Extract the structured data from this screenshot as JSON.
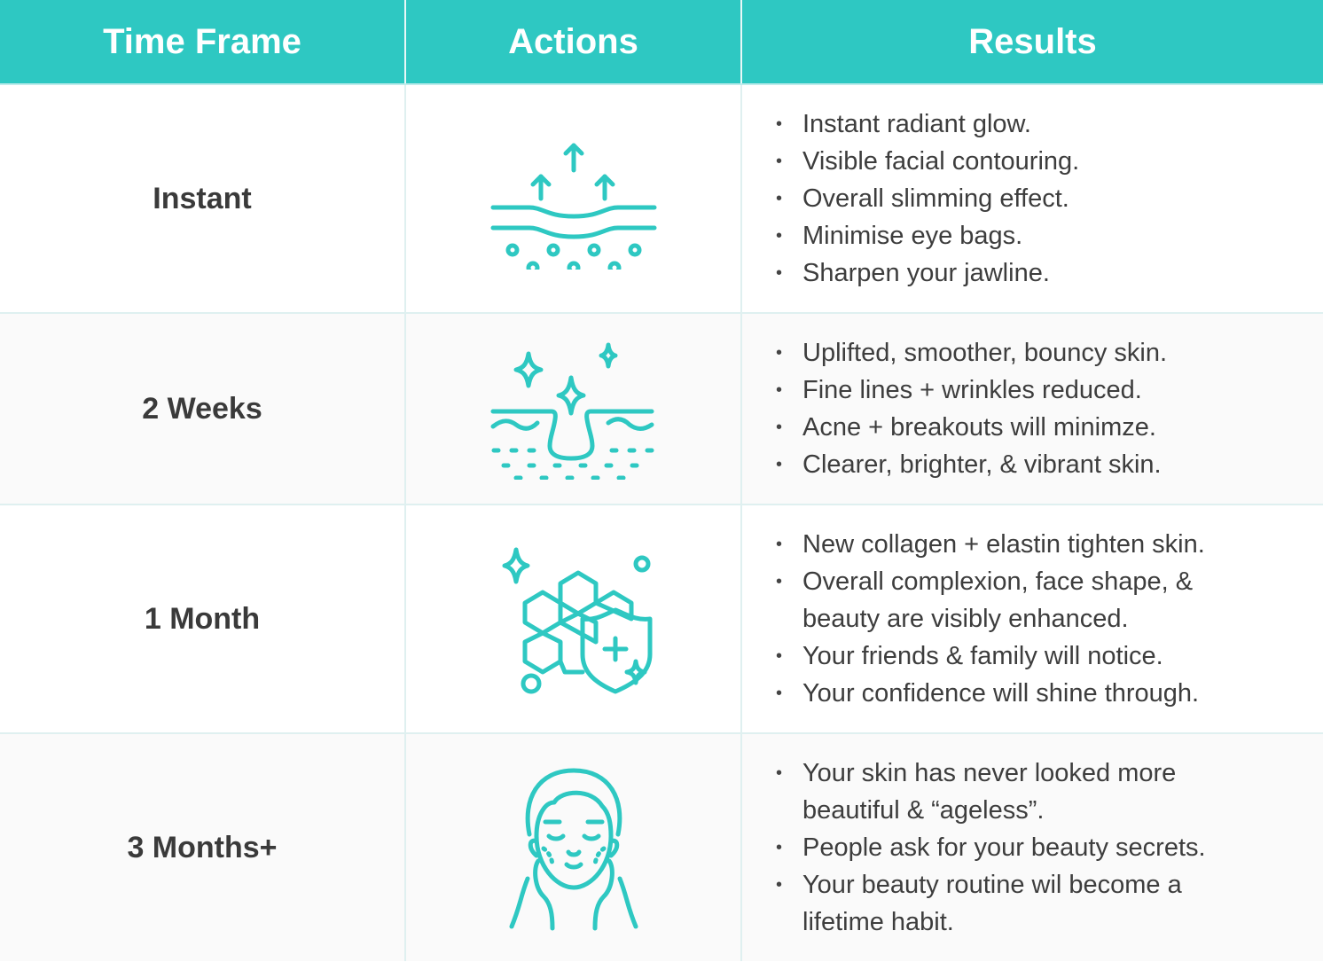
{
  "theme": {
    "accent": "#2ec8c2",
    "text": "#3d3d3d",
    "row_alt_bg": "#fafafa"
  },
  "header": {
    "col1": "Time Frame",
    "col2": "Actions",
    "col3": "Results"
  },
  "rows": [
    {
      "time_frame": "Instant",
      "action_icon": "skin-lift-arrows-icon",
      "results": [
        "Instant radiant glow.",
        "Visible facial contouring.",
        "Overall slimming effect.",
        "Minimise eye bags.",
        "Sharpen your jawline."
      ]
    },
    {
      "time_frame": "2 Weeks",
      "action_icon": "pore-sparkle-icon",
      "results": [
        "Uplifted, smoother, bouncy skin.",
        "Fine lines + wrinkles reduced.",
        "Acne + breakouts will minimze.",
        "Clearer, brighter, & vibrant skin."
      ]
    },
    {
      "time_frame": "1 Month",
      "action_icon": "collagen-shield-icon",
      "results": [
        "New collagen + elastin tighten skin.",
        "Overall complexion, face shape, & beauty are visibly enhanced.",
        "Your friends & family will notice.",
        "Your confidence will shine through."
      ]
    },
    {
      "time_frame": "3 Months+",
      "action_icon": "face-glow-icon",
      "results": [
        "Your skin has never looked more beautiful & “ageless”.",
        "People ask for your beauty secrets.",
        "Your beauty routine wil become a lifetime habit."
      ]
    }
  ]
}
